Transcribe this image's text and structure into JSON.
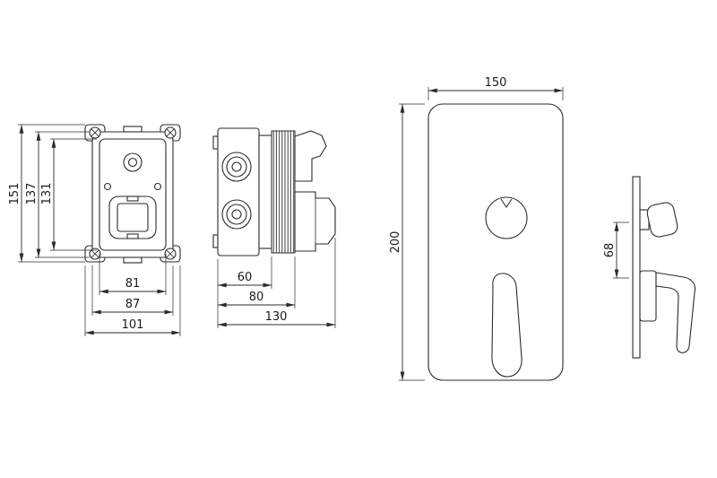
{
  "drawing": {
    "background": "#ffffff",
    "line_color": "#2b2b2b",
    "text_color": "#1a1a1a",
    "dims": {
      "valve_front": {
        "total_height": "151",
        "body_height": "137",
        "inner_height": "131",
        "inner_width": "81",
        "body_width": "87",
        "total_width": "101"
      },
      "valve_side": {
        "body_depth": "60",
        "mid_depth": "80",
        "total_depth": "130"
      },
      "trim_front": {
        "width": "150",
        "height": "200"
      },
      "trim_side": {
        "center_offset": "68"
      }
    }
  }
}
